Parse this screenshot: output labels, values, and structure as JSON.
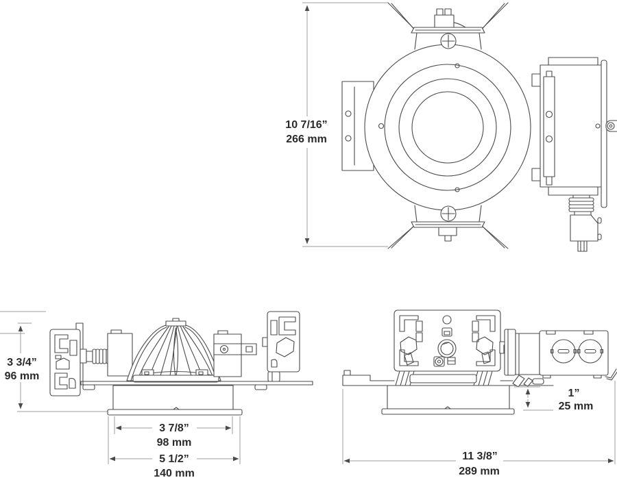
{
  "drawing": {
    "views": {
      "plan": {
        "height": {
          "in": "10 7/16”",
          "mm": "266 mm"
        }
      },
      "side": {
        "height": {
          "in": "3 3/4”",
          "mm": "96 mm"
        },
        "can_width": {
          "in": "3 7/8”",
          "mm": "98 mm"
        },
        "flange_width": {
          "in": "5 1/2”",
          "mm": "140 mm"
        }
      },
      "end": {
        "trim_depth": {
          "in": "1”",
          "mm": "25 mm"
        },
        "overall_width": {
          "in": "11 3/8”",
          "mm": "289 mm"
        }
      }
    },
    "colors": {
      "line": "#4a4a4a",
      "dimension_line": "#9c9c9c",
      "text": "#2a2a2a",
      "background": "#ffffff"
    }
  }
}
